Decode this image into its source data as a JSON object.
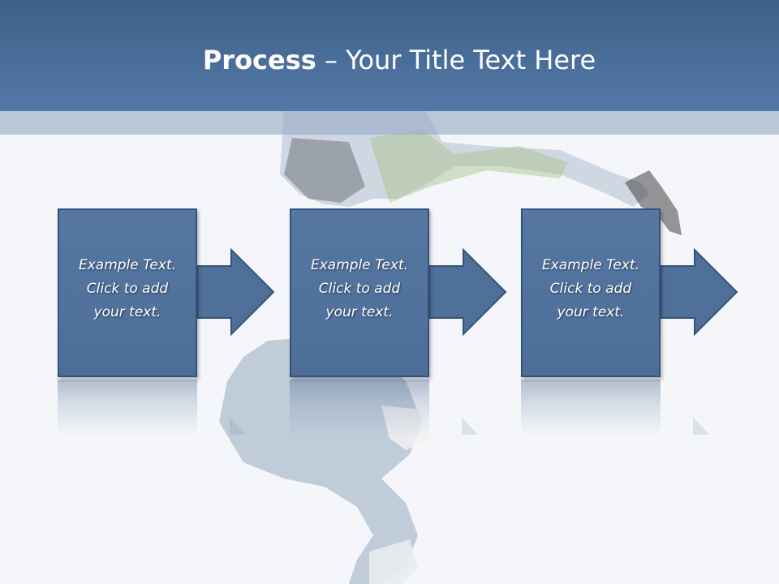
{
  "slide": {
    "title_bold": "Process",
    "title_rest": " – Your Title Text Here"
  },
  "steps": [
    {
      "line1": "Example Text.",
      "line2": "Click  to add",
      "line3": "your text."
    },
    {
      "line1": "Example Text.",
      "line2": "Click  to add",
      "line3": "your text."
    },
    {
      "line1": "Example Text.",
      "line2": "Click  to add",
      "line3": "your text."
    }
  ],
  "colors": {
    "header": "#4a6e9a",
    "box": "#4f7099",
    "box_border": "#33537d",
    "text": "#ffffff"
  }
}
